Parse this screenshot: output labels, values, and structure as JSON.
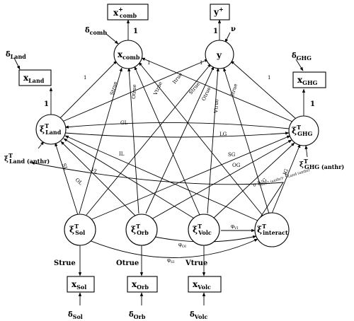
{
  "nodes": {
    "xcomb": {
      "base": "x",
      "sub": "comb"
    },
    "y": {
      "base": "y"
    },
    "xiLand": {
      "base": "ξ",
      "sup": "T",
      "sub": "Land"
    },
    "xiGHG": {
      "base": "ξ",
      "sup": "T",
      "sub": "GHG"
    },
    "xiSol": {
      "base": "ξ",
      "sup": "T",
      "sub": "Sol"
    },
    "xiOrb": {
      "base": "ξ",
      "sup": "T",
      "sub": "Orb"
    },
    "xiVolc": {
      "base": "ξ",
      "sup": "T",
      "sub": "Volc"
    },
    "xiInteract": {
      "base": "ξ",
      "sup": "T",
      "sub": "interact"
    },
    "xcombPlus": {
      "base": "x",
      "sup": "+",
      "sub": "comb"
    },
    "yPlus": {
      "base": "y",
      "sup": "+"
    },
    "xLand": {
      "base": "x",
      "sub": "Land"
    },
    "xGHG": {
      "base": "x",
      "sub": "GHG"
    },
    "xSol": {
      "base": "x",
      "sub": "Sol"
    },
    "xOrb": {
      "base": "x",
      "sub": "Orb"
    },
    "xVolc": {
      "base": "x",
      "sub": "Volc"
    }
  },
  "external": {
    "deltaComb": {
      "base": "δ̃",
      "sub": "comb"
    },
    "deltaLand": {
      "base": "δ̃",
      "sub": "Land"
    },
    "deltaGHG": {
      "base": "δ̃",
      "sub": "GHG"
    },
    "deltaSol": {
      "base": "δ̃",
      "sub": "Sol"
    },
    "deltaOrb": {
      "base": "δ̃",
      "sub": "Orb"
    },
    "deltaVolc": {
      "base": "δ̃",
      "sub": "Volc"
    },
    "nu": {
      "base": "ν"
    },
    "xiLandAnthr": {
      "base": "ξ",
      "sup": "T",
      "sub": "Land (anthr)"
    },
    "xiGHGAnthr": {
      "base": "ξ",
      "sup": "T",
      "sub": "GHG (anthr)"
    }
  },
  "edge_labels": {
    "one_comb": "1",
    "one_y": "1",
    "one_land": "1",
    "one_ghg": "1",
    "one_land_comb": "1",
    "one_land_y": "1",
    "one_ghg_comb": "1",
    "one_ghg_y": "1",
    "strue_comb": "Strue",
    "otrue_comb": "Otrue",
    "vtrue_comb": "Vtrue",
    "itrue_comb": "Itrue",
    "strue_y": "Strue",
    "otrue_y": "Otrue",
    "vtrue_y": "Vtrue",
    "itrue_y": "Itrue",
    "GL": "GL",
    "LG": "LG",
    "IL": "IL",
    "SG": "SG",
    "SL": "SL",
    "VL": "VL",
    "OG": "OG",
    "OL": "OL",
    "VG": "VG",
    "IG": "IG",
    "phiOI": "φ",
    "phiOI_sub": "OI",
    "phiVI": "φ",
    "phiVI_sub": "VI",
    "phiSI": "φ",
    "phiSI_sub": "SI",
    "sigma": "σ",
    "sigma_args": "ξ",
    "sigma_sub1": "GHG (anthr)",
    "sigma_mid": ", ξ",
    "sigma_sub2": "Land (anthr)",
    "Strue_sol": "Strue",
    "Otrue_orb": "Otrue",
    "Vtrue_volc": "Vtrue"
  }
}
